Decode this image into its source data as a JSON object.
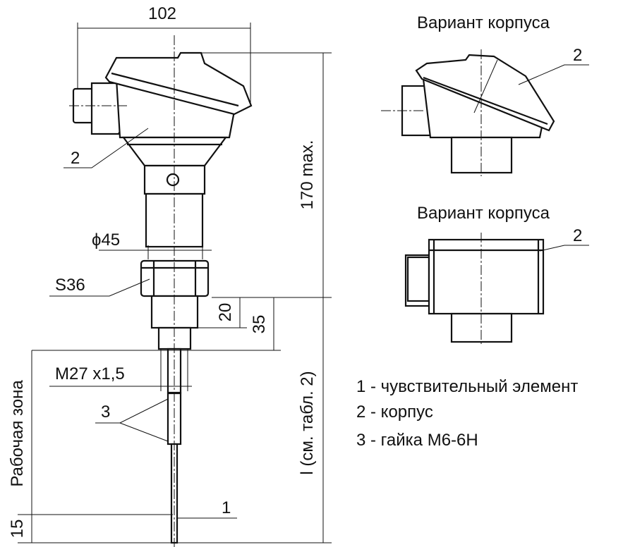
{
  "dimensions": {
    "width_102": "102",
    "height_170": "170 max.",
    "diam_45": "ϕ45",
    "hex_s36": "S36",
    "dim_20": "20",
    "dim_35": "35",
    "thread": "M27 x1,5",
    "working_zone": "Рабочая зона",
    "length_l": "l (см. табл. 2)",
    "dim_15": "15"
  },
  "callouts": {
    "body_main": "2",
    "nuts": "3",
    "element": "1",
    "body_variant1": "2",
    "body_variant2": "2"
  },
  "variants": [
    {
      "title": "Вариант корпуса"
    },
    {
      "title": "Вариант корпуса"
    }
  ],
  "legend": [
    "1 - чувствительный элемент",
    "2 - корпус",
    "3 - гайка М6-6Н"
  ]
}
